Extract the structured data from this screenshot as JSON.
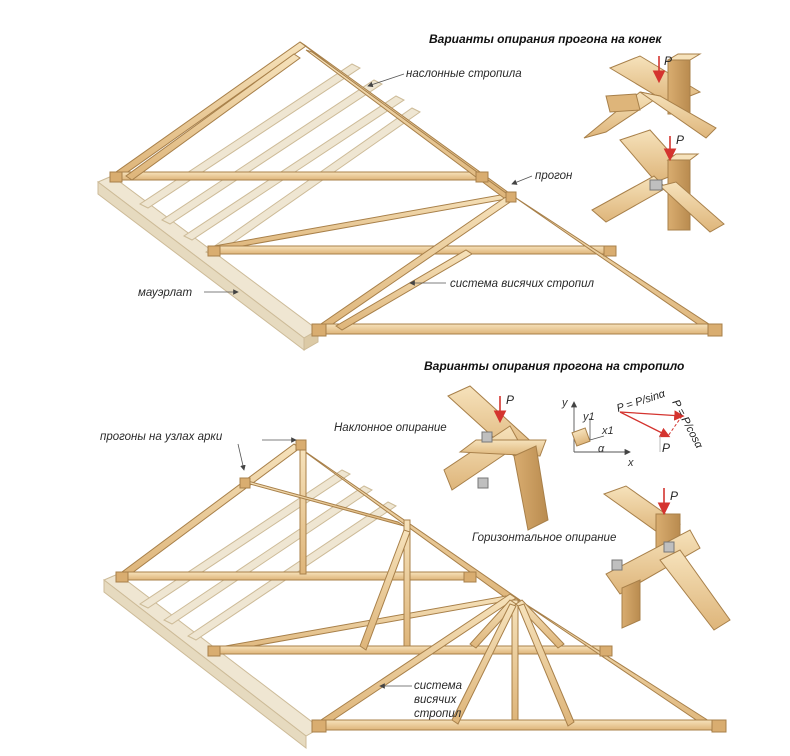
{
  "top": {
    "title": "Варианты опирания прогона на конек",
    "labels": {
      "rafters": "наслонные стропила",
      "purlin": "прогон",
      "mauerlat": "мауэрлат",
      "hanging_system": "система висячих стропил"
    },
    "load_symbol": "P"
  },
  "bottom": {
    "title": "Варианты опирания прогона на стропило",
    "labels": {
      "purlins_on_nodes": "прогоны на узлах арки",
      "inclined_support": "Наклонное опирание",
      "horizontal_support": "Горизонтальное опирание",
      "system_line1": "система",
      "system_line2": "висячих",
      "system_line3": "стропил"
    },
    "load_symbol": "P",
    "force_diagram": {
      "axis_y": "y",
      "axis_x": "x",
      "axis_y1": "y1",
      "axis_x1": "x1",
      "angle": "α",
      "load": "P",
      "formula_x": "P  = P/sinα",
      "formula_y": "P  = P/cosα",
      "sub_x1": "x1",
      "sub_y1": "y1"
    }
  },
  "colors": {
    "wood_light": "#f3ddb2",
    "wood_mid": "#e8c48a",
    "wood_dark": "#c79a5c",
    "wood_edge": "#a8804a",
    "pale_beam": "#efe6d2",
    "arrow": "#d4342f"
  }
}
